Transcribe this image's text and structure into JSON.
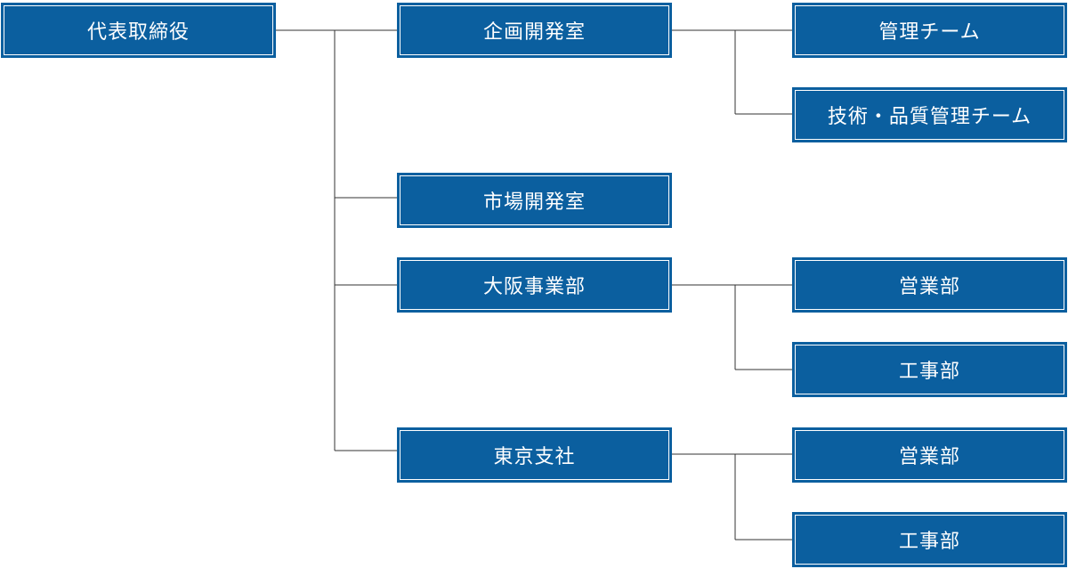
{
  "org_chart": {
    "root": {
      "label": "代表取締役"
    },
    "kikaku": {
      "label": "企画開発室",
      "children": [
        {
          "label": "管理チーム"
        },
        {
          "label": "技術・品質管理チーム"
        }
      ]
    },
    "shijo": {
      "label": "市場開発室"
    },
    "osaka": {
      "label": "大阪事業部",
      "children": [
        {
          "label": "営業部"
        },
        {
          "label": "工事部"
        }
      ]
    },
    "tokyo": {
      "label": "東京支社",
      "children": [
        {
          "label": "営業部"
        },
        {
          "label": "工事部"
        }
      ]
    }
  },
  "colors": {
    "box_fill": "#0b5f9f",
    "box_text": "#ffffff",
    "connector": "#333333"
  }
}
